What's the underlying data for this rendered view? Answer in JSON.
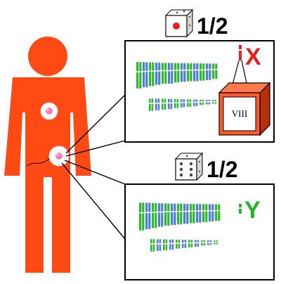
{
  "top_panel": {
    "probability": "1/2",
    "chromosome_label": "X",
    "box_label": "VIII",
    "die_icon": "die-one-red-dot-icon"
  },
  "bottom_panel": {
    "probability": "1/2",
    "chromosome_label": "Y",
    "die_icon": "die-six-icon"
  },
  "colors": {
    "body": "#ff4a14",
    "x_chromosome": "#e81e1e",
    "y_chromosome": "#22b422",
    "chromosome_green": "#2eb82e",
    "chromosome_blue": "#4a7fd6",
    "box_front": "#ff5a2a",
    "box_side": "#b8300a",
    "cell_dot": "#f36ab0"
  }
}
